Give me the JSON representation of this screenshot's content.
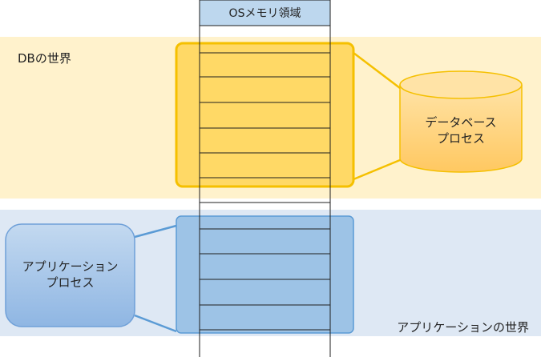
{
  "os_memory": {
    "label": "OSメモリ領域"
  },
  "db_world": {
    "label": "DBの世界",
    "process_lines": [
      "データベース",
      "プロセス"
    ]
  },
  "app_world": {
    "label": "アプリケーションの世界",
    "process_lines": [
      "アプリケーション",
      "プロセス"
    ]
  },
  "colors": {
    "db_band": "#fff2cc",
    "db_highlight_fill": "#ffd966",
    "db_highlight_stroke": "#f5c000",
    "db_cylinder_fill": "#ffd88a",
    "db_cylinder_stroke": "#f5c000",
    "app_band": "#dee8f4",
    "app_highlight_fill": "#9dc3e6",
    "app_highlight_stroke": "#5b9bd5",
    "app_box_fill": "#a9c8ea",
    "app_box_stroke": "#6fa0d8",
    "memory_header_fill": "#bdd7ee",
    "memory_line": "#1f1f1f"
  }
}
